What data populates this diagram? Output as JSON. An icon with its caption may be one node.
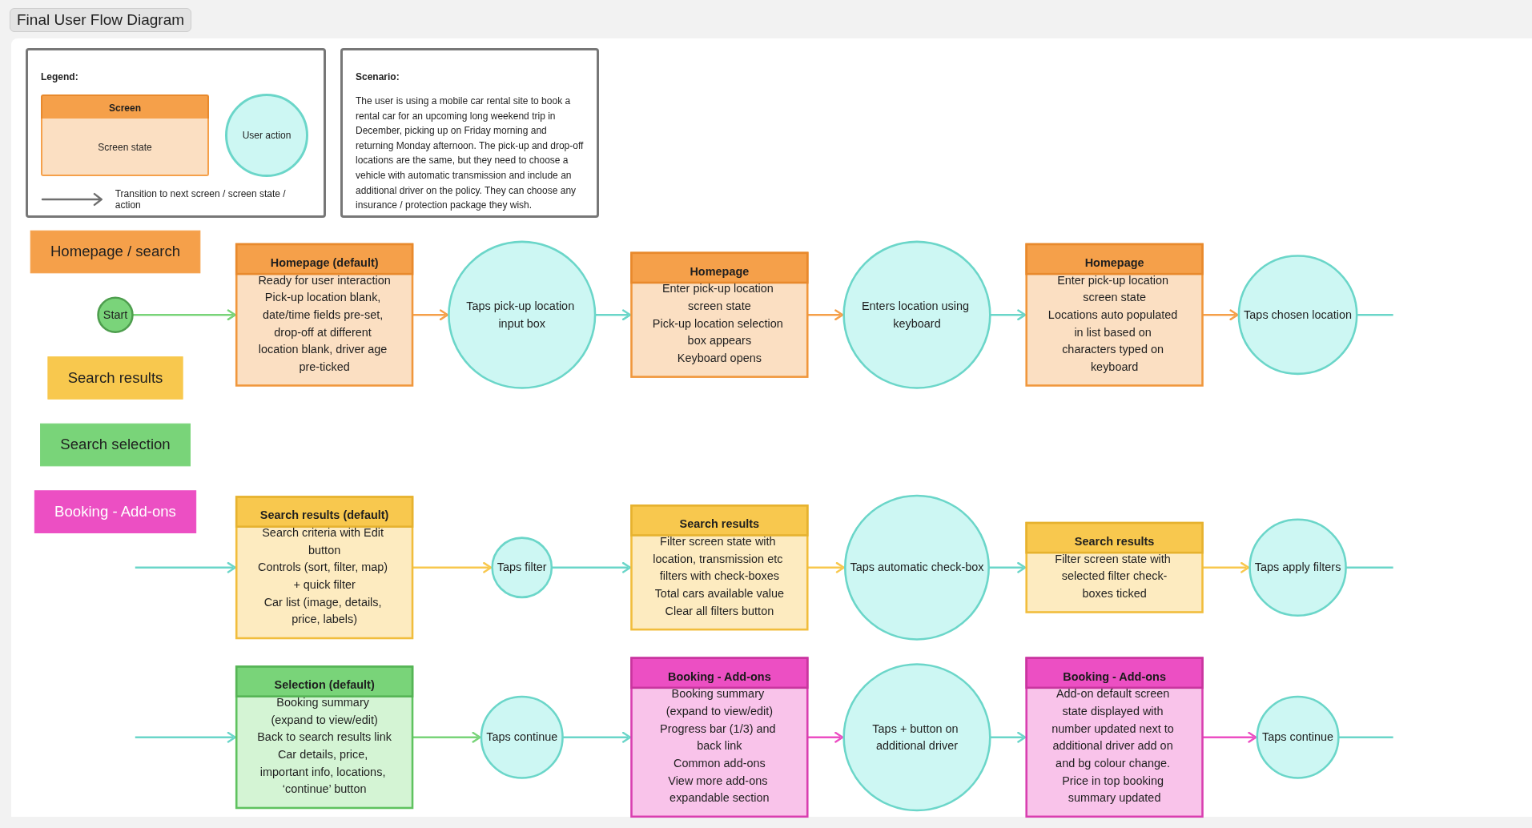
{
  "diagram": {
    "title": "Final User Flow Diagram",
    "nodes": [
      {
        "text": [
          "Homepage / search"
        ]
      },
      {
        "text": [
          "Start"
        ]
      },
      {
        "text": [
          "Homepage (default)",
          "Ready for user interaction",
          "Pick-up location blank, date/time fields pre-set, drop-off at different location blank, driver age pre-ticked"
        ]
      },
      {
        "text": [
          "Taps pick-up location input box"
        ]
      },
      {
        "text": [
          "Homepage",
          "Enter pick-up location screen state",
          "Pick-up location selection box appears",
          "Keyboard opens"
        ]
      },
      {
        "text": [
          "Enters location using keyboard"
        ]
      },
      {
        "text": [
          "Homepage",
          "Enter pick-up location screen state",
          "Locations auto populated in list based on characters typed on keyboard"
        ]
      },
      {
        "text": [
          "Taps chosen location"
        ]
      },
      {
        "text": [
          "Search results"
        ]
      },
      {
        "text": [
          "Search results (default)",
          "Search criteria with Edit button",
          "Controls (sort, filter, map) + quick filter",
          "Car list (image, details, price, labels)"
        ]
      },
      {
        "text": [
          "Taps filter"
        ]
      },
      {
        "text": [
          "Search results",
          "Filter screen state with location, transmission etc filters with check-boxes",
          "Total cars available value",
          "Clear all filters button"
        ]
      },
      {
        "text": [
          "Taps automatic check-box"
        ]
      },
      {
        "text": [
          "Search results",
          "Filter screen state with selected filter check-boxes ticked"
        ]
      },
      {
        "text": [
          "Search selection"
        ]
      },
      {
        "text": [
          "Selection (default)",
          "Booking summary (expand to view/edit)",
          "Back to search results link",
          "Car details, price, important info, locations, ‘continue’ button"
        ]
      },
      {
        "text": [
          "Taps continue"
        ]
      },
      {
        "text": [
          "Taps apply filters"
        ]
      },
      {
        "text": [
          "Booking - Add-ons"
        ]
      },
      {
        "text": [
          "Booking - Add-ons",
          "Booking summary (expand to view/edit)",
          "Progress bar (1/3) and back link",
          "Common add-ons",
          "View more add-ons expandable section"
        ]
      },
      {
        "text": [
          "Taps + button on additional driver"
        ]
      },
      {
        "text": [
          "Booking - Add-ons",
          "Add-on default screen state displayed with number updated next to additional driver add on and bg colour change. Price in top booking summary updated"
        ]
      },
      {
        "text": [
          "Taps continue"
        ]
      }
    ],
    "edges": [
      {
        "from": 1,
        "to": 2,
        "arrow": "to",
        "color": "#79d479"
      },
      {
        "from": 2,
        "to": 3,
        "arrow": "to",
        "color": "#f5a04a"
      },
      {
        "from": 3,
        "to": 4,
        "arrow": "to"
      },
      {
        "from": 4,
        "to": 5,
        "arrow": "to",
        "color": "#f5a04a"
      },
      {
        "from": 5,
        "to": 6,
        "arrow": "to"
      },
      {
        "from": 6,
        "to": 7,
        "arrow": "to",
        "color": "#f5a04a"
      },
      {
        "from": 7,
        "to": null,
        "arrow": "none"
      },
      {
        "from": null,
        "to": 9,
        "arrow": "to"
      },
      {
        "from": 9,
        "to": 10,
        "arrow": "to",
        "color": "#f8c84e"
      },
      {
        "from": 10,
        "to": 11,
        "arrow": "to"
      },
      {
        "from": 11,
        "to": 12,
        "arrow": "to",
        "color": "#f8c84e"
      },
      {
        "from": 12,
        "to": 13,
        "arrow": "to"
      },
      {
        "from": 13,
        "to": 17,
        "arrow": "to",
        "color": "#f8c84e"
      },
      {
        "from": 17,
        "to": null,
        "arrow": "none"
      },
      {
        "from": null,
        "to": 15,
        "arrow": "to"
      },
      {
        "from": 15,
        "to": 16,
        "arrow": "to",
        "color": "#79d479"
      },
      {
        "from": 16,
        "to": 19,
        "arrow": "to"
      },
      {
        "from": 19,
        "to": 20,
        "arrow": "to",
        "color": "#ec4fc3"
      },
      {
        "from": 20,
        "to": 21,
        "arrow": "to"
      },
      {
        "from": 21,
        "to": 22,
        "arrow": "to",
        "color": "#ec4fc3"
      },
      {
        "from": 22,
        "to": null,
        "arrow": "none"
      }
    ],
    "labels": [
      "Legend:",
      "Scenario:",
      "The user is using a mobile car rental site to book a rental car for an upcoming long weekend trip in December, picking up on Friday morning and returning Monday afternoon. The pick-up and drop-off locations are the same, but they need to choose a vehicle with automatic transmission and include an additional driver on the policy. They can choose any insurance / protection package they wish."
    ],
    "legend": [
      {
        "text": "Screen",
        "color": "#f5a04a"
      },
      {
        "text": "Screen state",
        "color": "#fbdfc2"
      },
      {
        "text": "User action",
        "color": "#cdf7f3"
      },
      {
        "text": "Transition to next screen / screen state / action"
      }
    ]
  }
}
